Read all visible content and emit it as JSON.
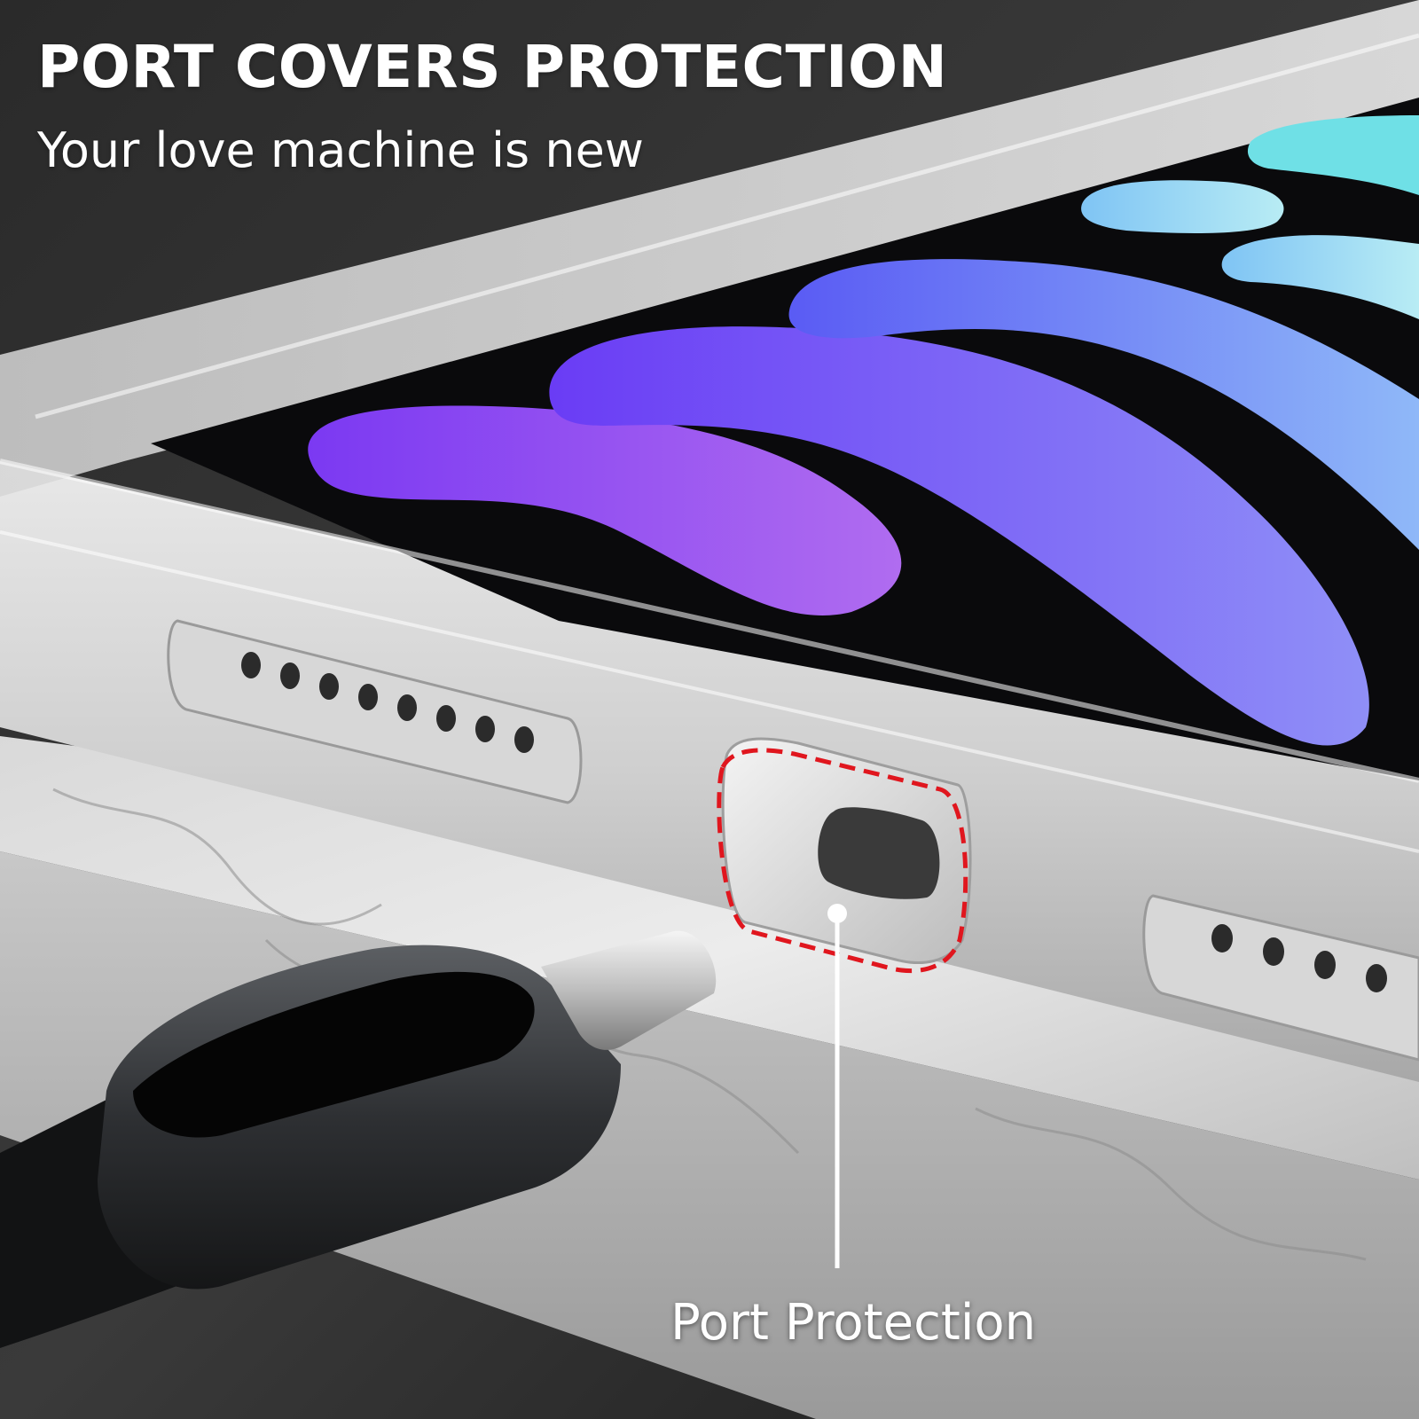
{
  "headline": "PORT COVERS PROTECTION",
  "subheadline": "Your love machine is new",
  "callout": {
    "label": "Port Protection"
  },
  "colors": {
    "highlight_outline": "#e0161e",
    "callout_line": "#ffffff"
  }
}
